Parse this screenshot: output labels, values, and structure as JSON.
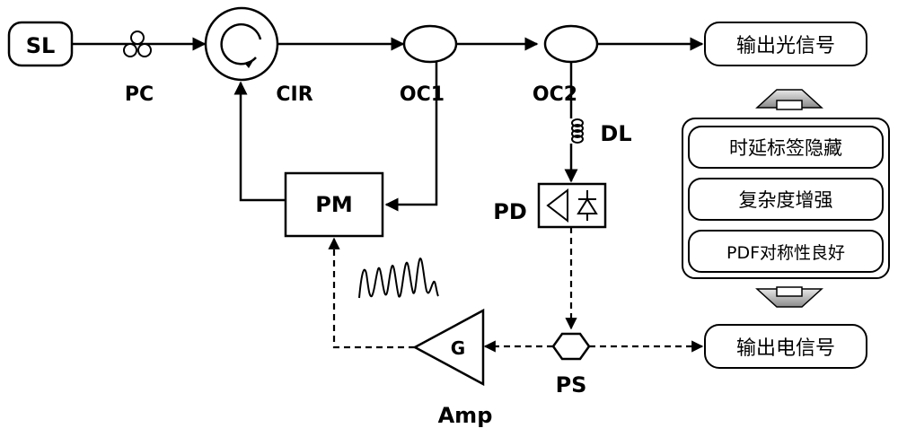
{
  "blocks": {
    "sl": "SL",
    "pc": "PC",
    "cir": "CIR",
    "oc1": "OC1",
    "oc2": "OC2",
    "dl": "DL",
    "pd": "PD",
    "pm": "PM",
    "ps": "PS",
    "amp": "Amp",
    "amp_gain": "G"
  },
  "outputs": {
    "optical": "输出光信号",
    "electrical": "输出电信号"
  },
  "features": [
    "时延标签隐藏",
    "复杂度增强",
    "PDF对称性良好"
  ]
}
